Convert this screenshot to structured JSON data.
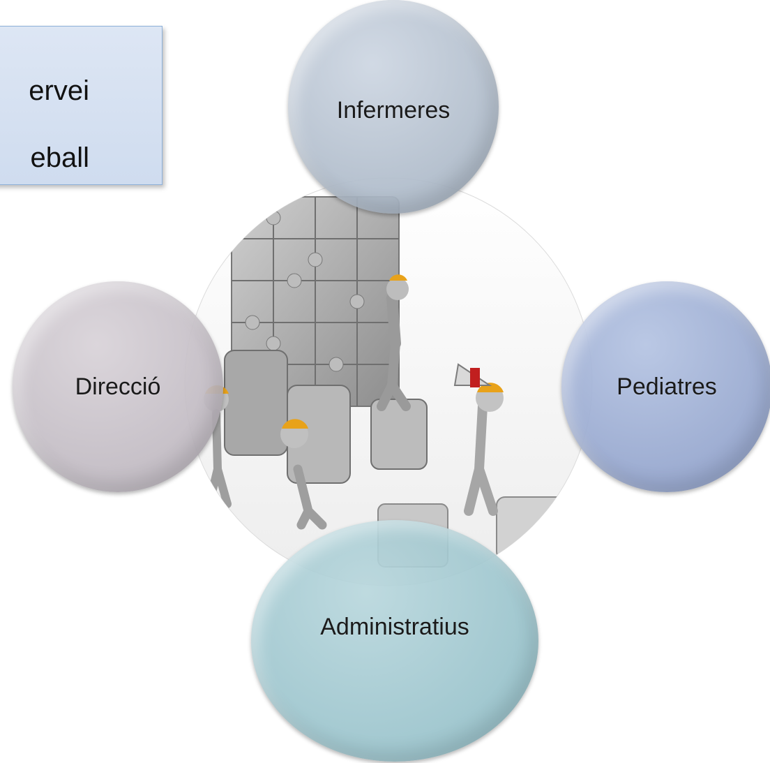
{
  "textbox": {
    "line1": "ervei",
    "line2": "eball"
  },
  "bubbles": {
    "top": "Infermeres",
    "left": "Direcció",
    "right": "Pediatres",
    "bottom": "Administratius"
  },
  "colors": {
    "top_bubble": "#aab5c3",
    "left_bubble": "#c1bac3",
    "right_bubble": "#98a8cf",
    "bottom_bubble": "#9ec6ce",
    "textbox_fill": "#d6e0f1",
    "textbox_border": "#8db0d9",
    "hardhat": "#e8a21a"
  }
}
